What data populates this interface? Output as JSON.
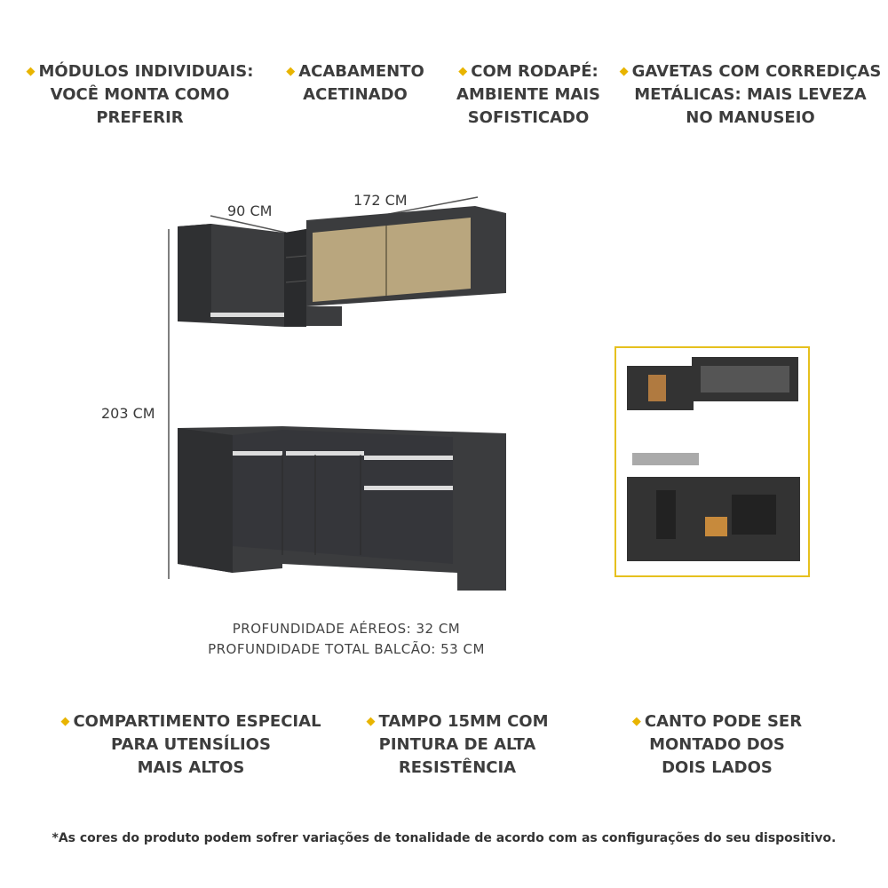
{
  "top_features": [
    {
      "lines": [
        "MÓDULOS INDIVIDUAIS:",
        "VOCÊ MONTA COMO PREFERIR"
      ]
    },
    {
      "lines": [
        "ACABAMENTO",
        "ACETINADO"
      ]
    },
    {
      "lines": [
        "COM RODAPÉ:",
        "AMBIENTE MAIS",
        "SOFISTICADO"
      ]
    },
    {
      "lines": [
        "GAVETAS COM CORREDIÇAS",
        "METÁLICAS: MAIS LEVEZA",
        "NO MANUSEIO"
      ]
    }
  ],
  "dimensions": {
    "width_left": "90 CM",
    "width_right": "172 CM",
    "height": "203 CM"
  },
  "depth": {
    "aereos": "PROFUNDIDADE AÉREOS: 32 CM",
    "balcao": "PROFUNDIDADE TOTAL BALCÃO: 53 CM"
  },
  "bottom_features": [
    {
      "lines": [
        "COMPARTIMENTO ESPECIAL",
        "PARA UTENSÍLIOS",
        "MAIS ALTOS"
      ]
    },
    {
      "lines": [
        "TAMPO 15MM COM",
        "PINTURA DE ALTA",
        "RESISTÊNCIA"
      ]
    },
    {
      "lines": [
        "CANTO PODE SER",
        "MONTADO DOS",
        "DOIS LADOS"
      ]
    }
  ],
  "footnote": "*As cores do produto podem sofrer variações de tonalidade de acordo com as configurações do seu dispositivo.",
  "colors": {
    "accent": "#e8b400",
    "cabinet": "#3b3c3e",
    "glass": "#b9a67e",
    "inset_border": "#e6c01e"
  }
}
